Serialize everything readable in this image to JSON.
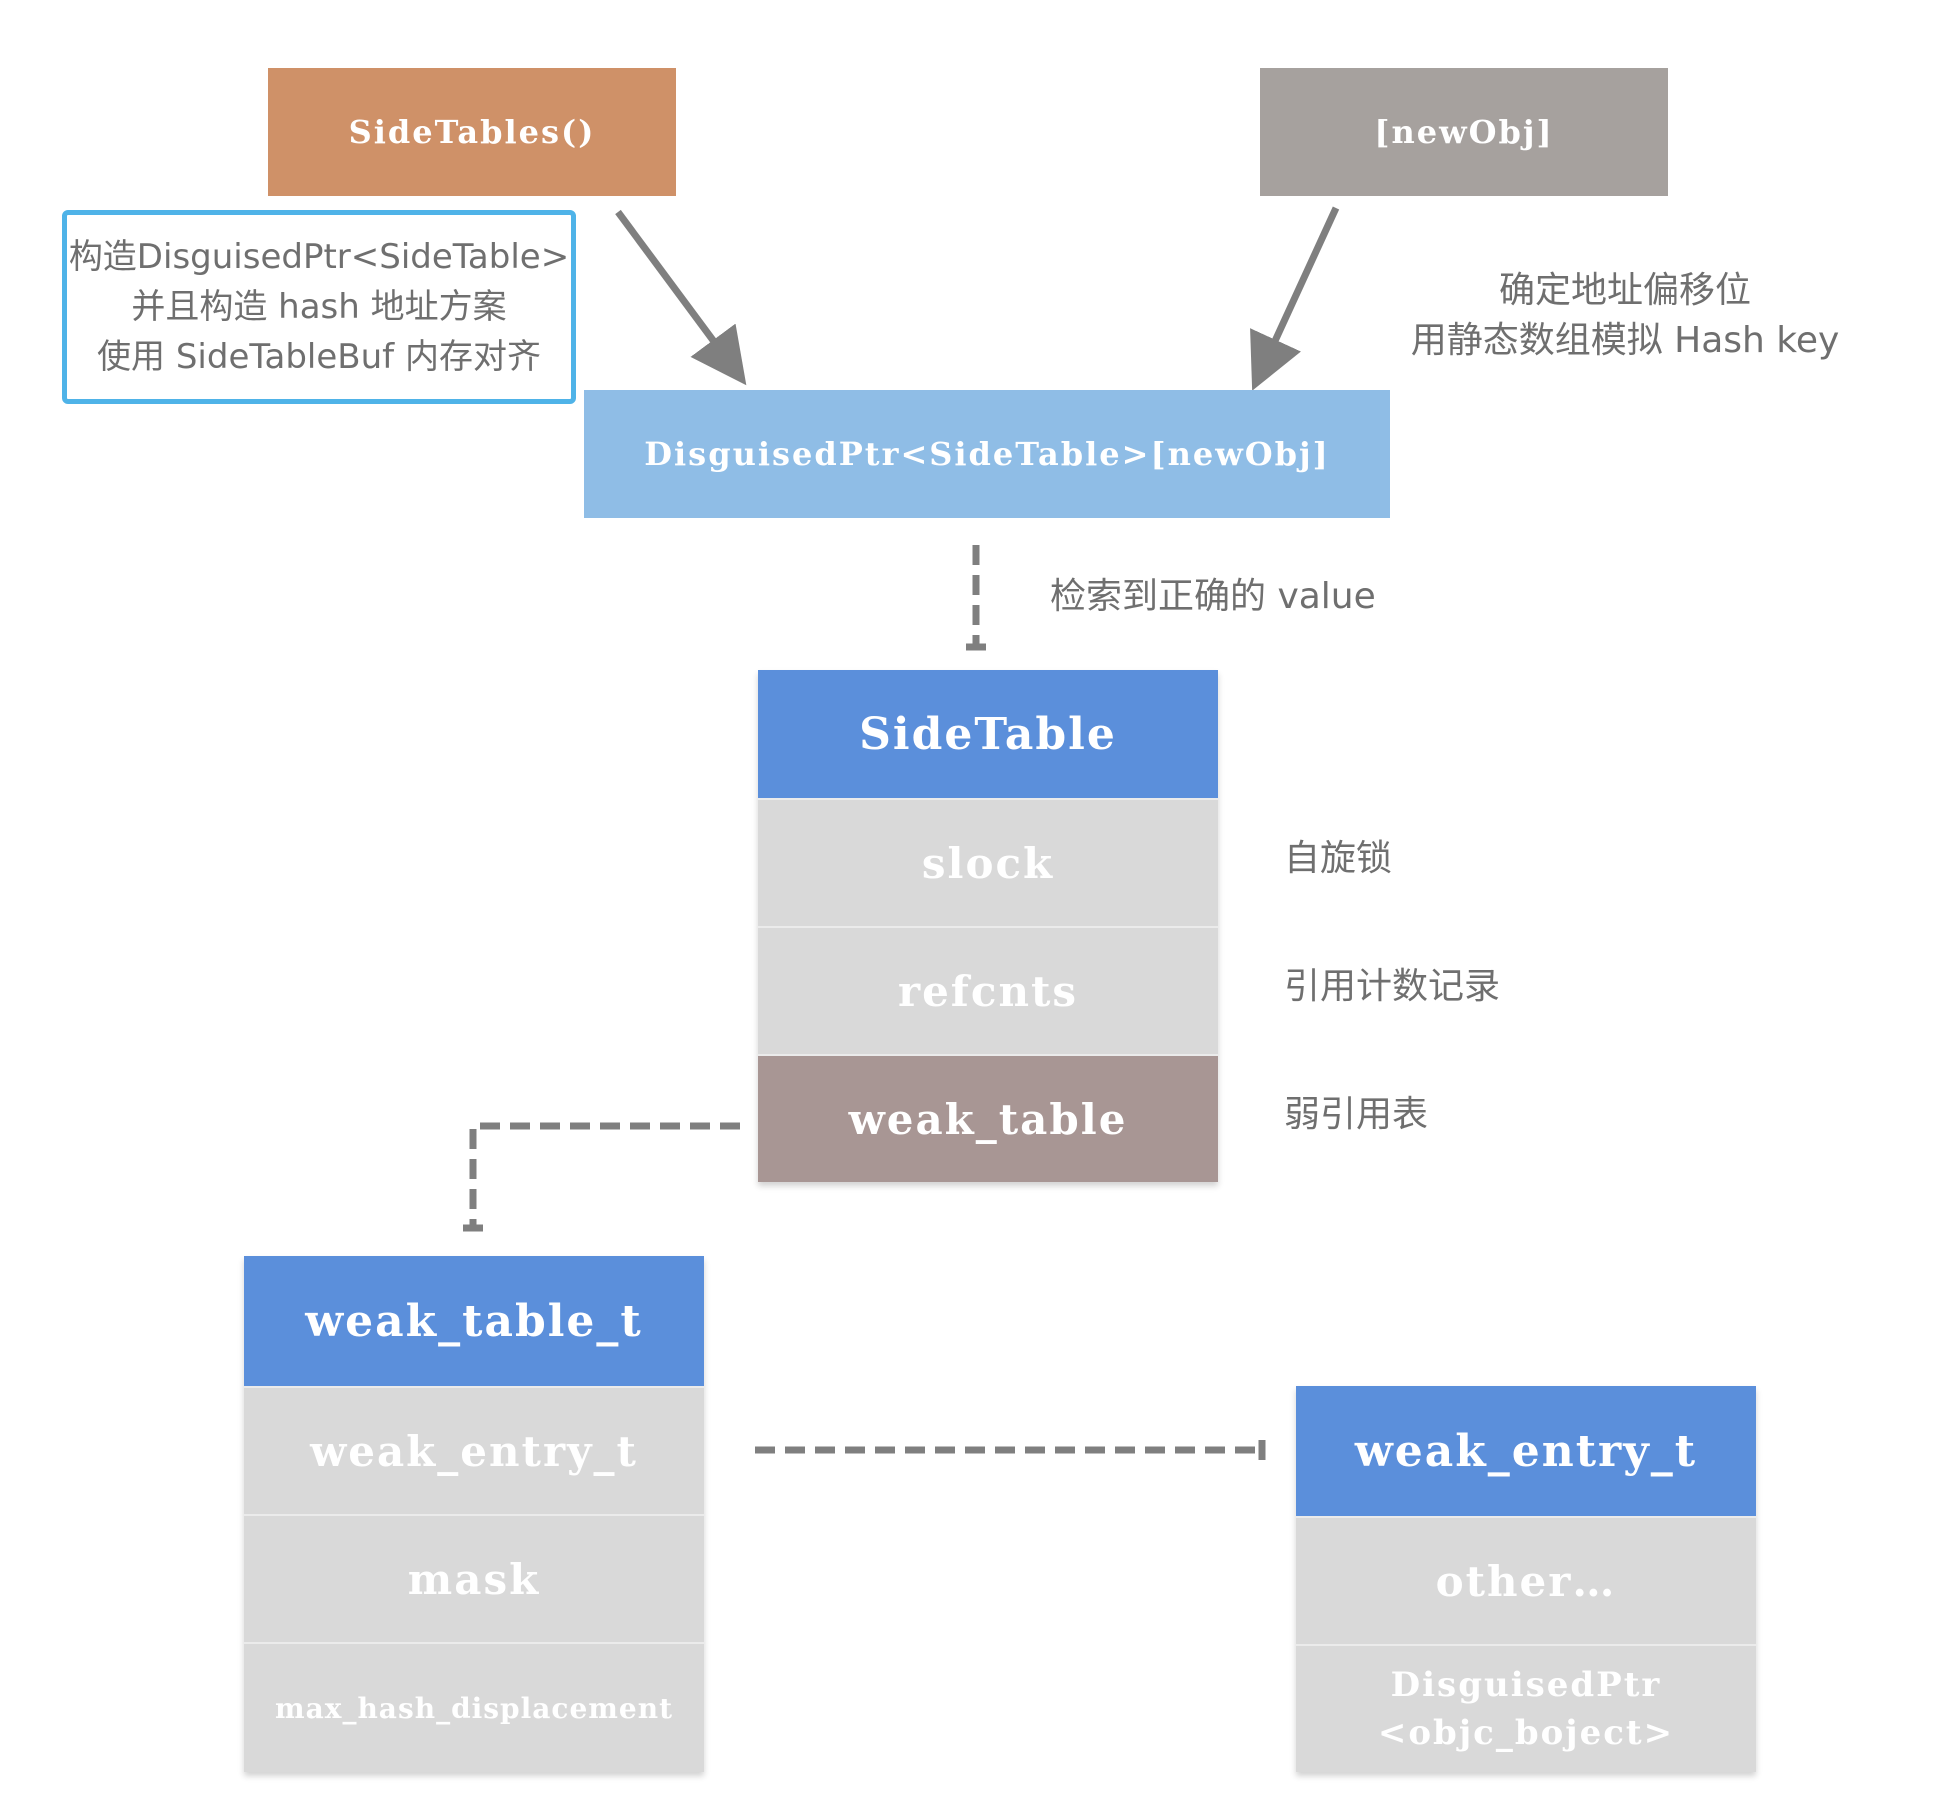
{
  "top": {
    "sidetables_label": "SideTables()",
    "newobj_label": "[newObj]",
    "sidetables_color": "#cf9168",
    "newobj_color": "#a6a19e"
  },
  "notes": {
    "left_note_lines": [
      "构造DisguisedPtr<SideTable>",
      "并且构造 hash 地址方案",
      "使用 SideTableBuf 内存对齐"
    ],
    "right_note_lines": [
      "确定地址偏移位",
      "用静态数组模拟 Hash key"
    ],
    "retrieve_note": "检索到正确的 value",
    "slock_note": "自旋锁",
    "refcnts_note": "引用计数记录",
    "weak_table_note": "弱引用表"
  },
  "disguised": {
    "label": "DisguisedPtr<SideTable>[newObj]",
    "color": "#8fbde6"
  },
  "side_table": {
    "title": "SideTable",
    "rows": [
      "slock",
      "refcnts",
      "weak_table"
    ],
    "highlight_color": "#a89694"
  },
  "weak_table_t": {
    "title": "weak_table_t",
    "rows": [
      "weak_entry_t",
      "mask",
      "max_hash_displacement"
    ]
  },
  "weak_entry_t": {
    "title": "weak_entry_t",
    "rows": [
      "other…",
      "DisguisedPtr",
      "<objc_boject>"
    ]
  },
  "colors": {
    "header_blue": "#5b8fdb",
    "row_gray": "#d9d9d9",
    "note_border": "#4fb3e8",
    "connector": "#7f7f7f"
  }
}
